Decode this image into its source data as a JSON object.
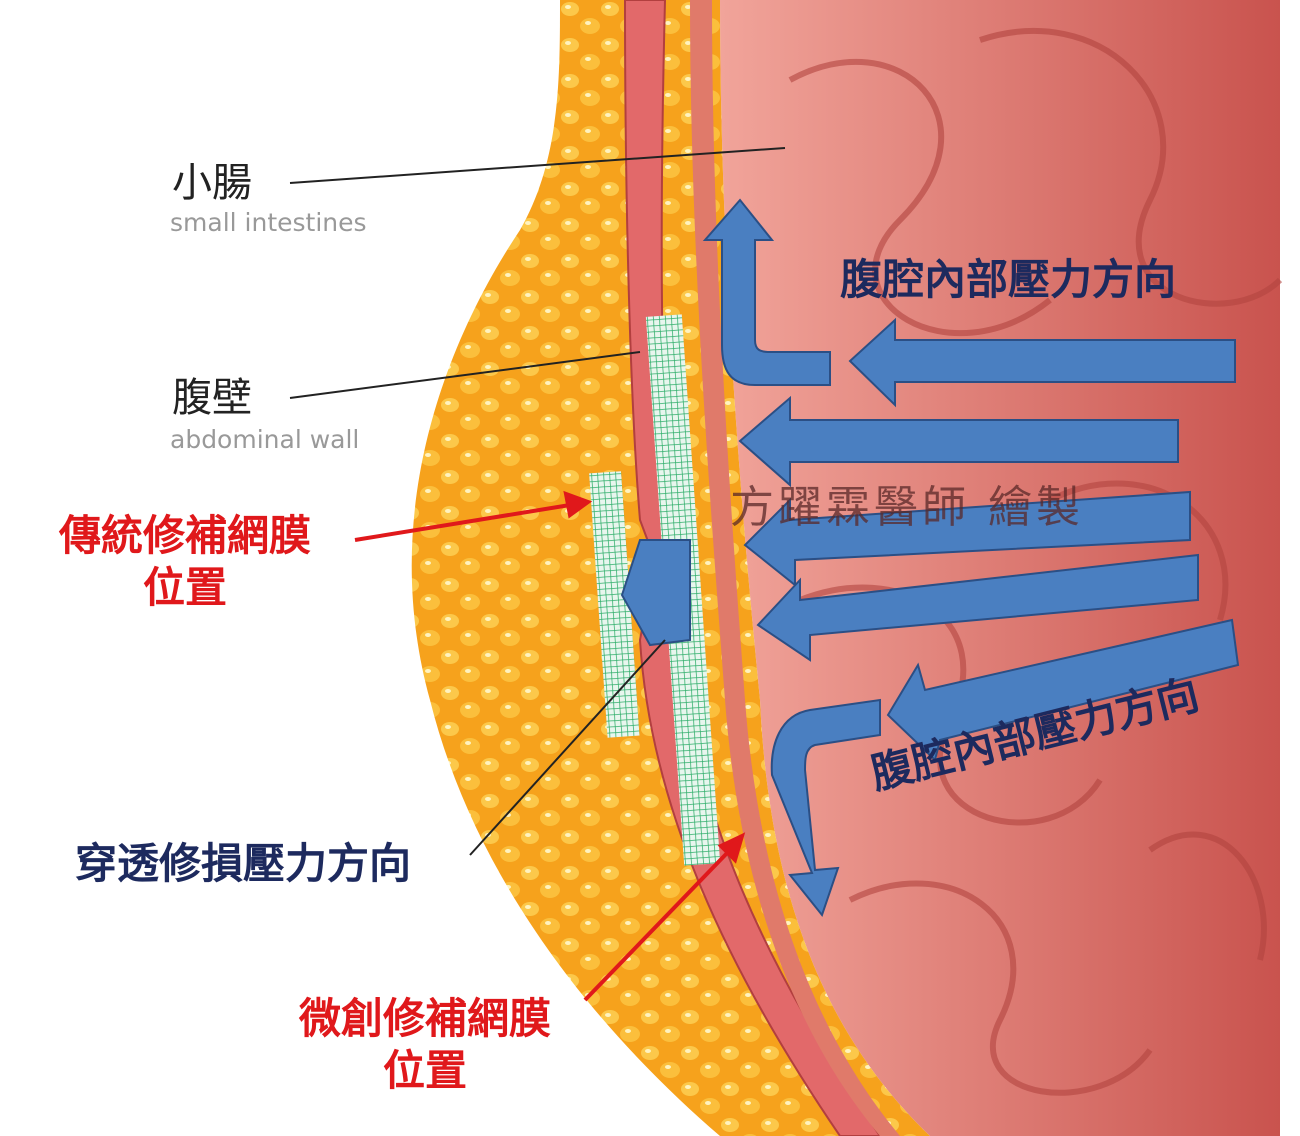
{
  "labels": {
    "small_intestine_zh": "小腸",
    "small_intestine_en": "small intestines",
    "abdominal_wall_zh": "腹壁",
    "abdominal_wall_en": "abdominal wall",
    "traditional_mesh_line1": "傳統修補網膜",
    "traditional_mesh_line2": "位置",
    "pressure_direction_top": "腹腔內部壓力方向",
    "pressure_direction_bottom": "腹腔內部壓力方向",
    "penetrating_pressure": "穿透修損壓力方向",
    "mis_mesh_line1": "微創修補網膜",
    "mis_mesh_line2": "位置",
    "watermark": "方躍霖醫師  繪製"
  },
  "colors": {
    "fat": "#f7a21b",
    "muscle": "#e2696a",
    "intestine": "#d9625c",
    "arrow": "#4a7fc1",
    "mesh": "#2fae6a",
    "label_red": "#e0181b",
    "label_navy": "#1d2a5e"
  }
}
